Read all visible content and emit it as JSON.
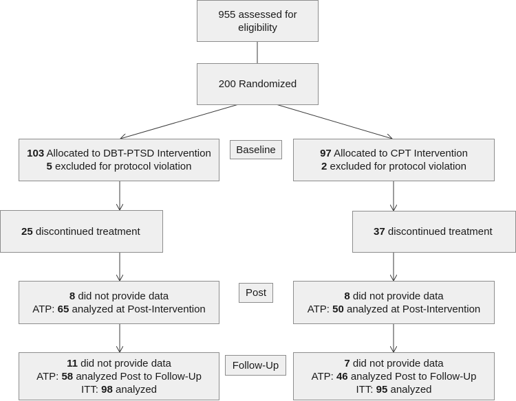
{
  "boxes": {
    "assessed": {
      "line1": "955 assessed for",
      "line2": "eligibility"
    },
    "randomized": {
      "text": "200 Randomized"
    },
    "left_alloc": {
      "n1": "103",
      "t1": " Allocated to DBT-PTSD Intervention",
      "n2": "5",
      "t2": " excluded for protocol violation"
    },
    "right_alloc": {
      "n1": "97",
      "t1": " Allocated to CPT Intervention",
      "n2": "2",
      "t2": " excluded for protocol violation"
    },
    "left_disc": {
      "n": "25",
      "t": " discontinued treatment"
    },
    "right_disc": {
      "n": "37",
      "t": " discontinued treatment"
    },
    "left_post": {
      "n1": "8",
      "t1": " did not provide data",
      "p2": "ATP: ",
      "n2": "65",
      "t2": " analyzed at Post-Intervention"
    },
    "right_post": {
      "n1": "8",
      "t1": " did not provide data",
      "p2": "ATP: ",
      "n2": "50",
      "t2": " analyzed at Post-Intervention"
    },
    "left_fu": {
      "n1": "11",
      "t1": " did not provide data",
      "p2": "ATP: ",
      "n2": "58",
      "t2": " analyzed Post to Follow-Up",
      "p3": "ITT: ",
      "n3": "98",
      "t3": " analyzed"
    },
    "right_fu": {
      "n1": "7",
      "t1": " did not provide data",
      "p2": "ATP: ",
      "n2": "46",
      "t2": " analyzed Post to Follow-Up",
      "p3": "ITT: ",
      "n3": "95",
      "t3": " analyzed"
    }
  },
  "phase_labels": {
    "baseline": "Baseline",
    "post": "Post",
    "follow_up": "Follow-Up"
  }
}
